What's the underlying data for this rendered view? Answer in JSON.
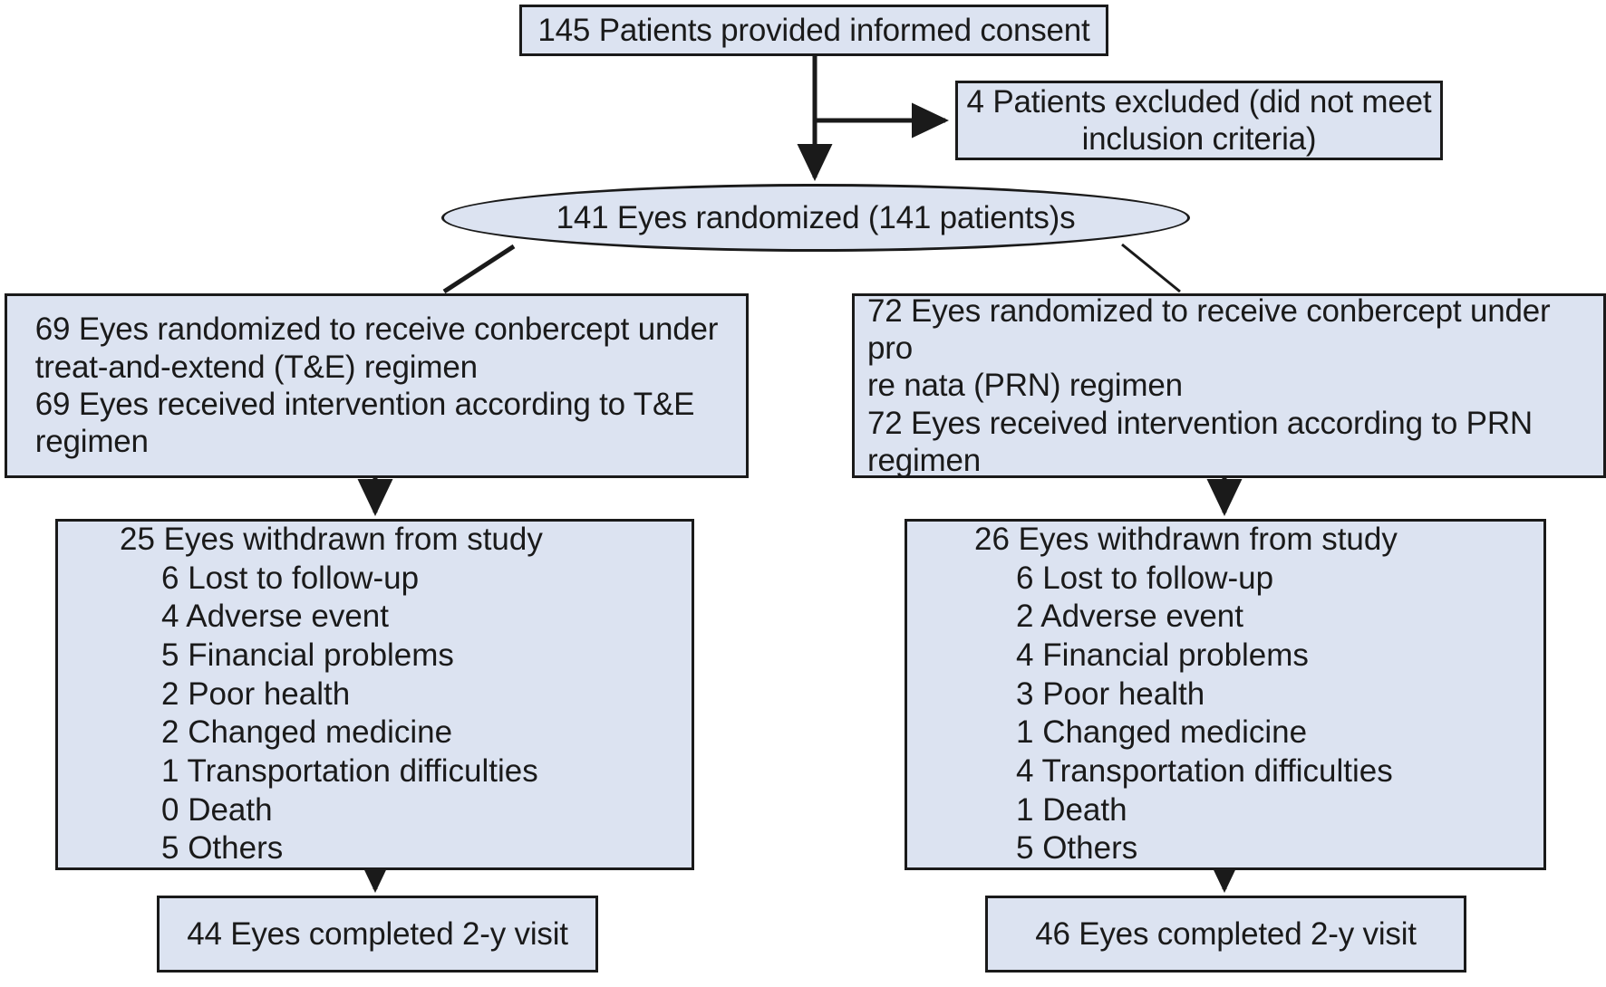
{
  "diagram": {
    "type": "consort-flow-diagram",
    "title": "CONSORT participant flow diagram",
    "colors": {
      "node_fill": "#dce3f1",
      "node_border": "#1a1a1a",
      "background": "#ffffff",
      "text": "#1a1a1a"
    },
    "nodes": {
      "consent": {
        "shape": "rectangle",
        "text": "145 Patients provided informed consent"
      },
      "excluded": {
        "shape": "rectangle",
        "text": "4 Patients excluded (did not meet\ninclusion criteria)"
      },
      "randomized": {
        "shape": "ellipse",
        "text": "141 Eyes randomized (141 patients)s"
      },
      "tae_allocation": {
        "shape": "rectangle",
        "text": "69 Eyes randomized to receive conbercept under\n   treat-and-extend (T&E) regimen\n   69 Eyes received intervention according to T&E\n   regimen"
      },
      "prn_allocation": {
        "shape": "rectangle",
        "text": "72 Eyes randomized to receive conbercept under pro\n   re nata (PRN) regimen\n   72 Eyes received intervention according to PRN\n   regimen"
      },
      "tae_withdrawn": {
        "shape": "rectangle",
        "heading": "25 Eyes withdrawn from study",
        "reasons": [
          "6 Lost to follow-up",
          "4 Adverse event",
          "5 Financial problems",
          "2 Poor health",
          "2 Changed medicine",
          "1 Transportation difficulties",
          "0 Death",
          "5 Others"
        ]
      },
      "prn_withdrawn": {
        "shape": "rectangle",
        "heading": "26 Eyes withdrawn from study",
        "reasons": [
          "6 Lost to follow-up",
          "2 Adverse event",
          "4 Financial problems",
          "3 Poor health",
          "1 Changed medicine",
          "4 Transportation difficulties",
          "1 Death",
          "5 Others"
        ]
      },
      "tae_completed": {
        "shape": "rectangle",
        "text": "44 Eyes completed 2-y visit"
      },
      "prn_completed": {
        "shape": "rectangle",
        "text": "46 Eyes completed 2-y visit"
      }
    },
    "edges": [
      {
        "from": "consent",
        "to": "excluded",
        "style": "arrow",
        "direction": "right"
      },
      {
        "from": "consent",
        "to": "randomized",
        "style": "arrow",
        "direction": "down"
      },
      {
        "from": "randomized",
        "to": "tae_allocation",
        "style": "line",
        "direction": "down-left"
      },
      {
        "from": "randomized",
        "to": "prn_allocation",
        "style": "line",
        "direction": "down-right"
      },
      {
        "from": "tae_allocation",
        "to": "tae_withdrawn",
        "style": "arrow",
        "direction": "down"
      },
      {
        "from": "prn_allocation",
        "to": "prn_withdrawn",
        "style": "arrow",
        "direction": "down"
      },
      {
        "from": "tae_withdrawn",
        "to": "tae_completed",
        "style": "arrow",
        "direction": "down"
      },
      {
        "from": "prn_withdrawn",
        "to": "prn_completed",
        "style": "arrow",
        "direction": "down"
      }
    ]
  }
}
